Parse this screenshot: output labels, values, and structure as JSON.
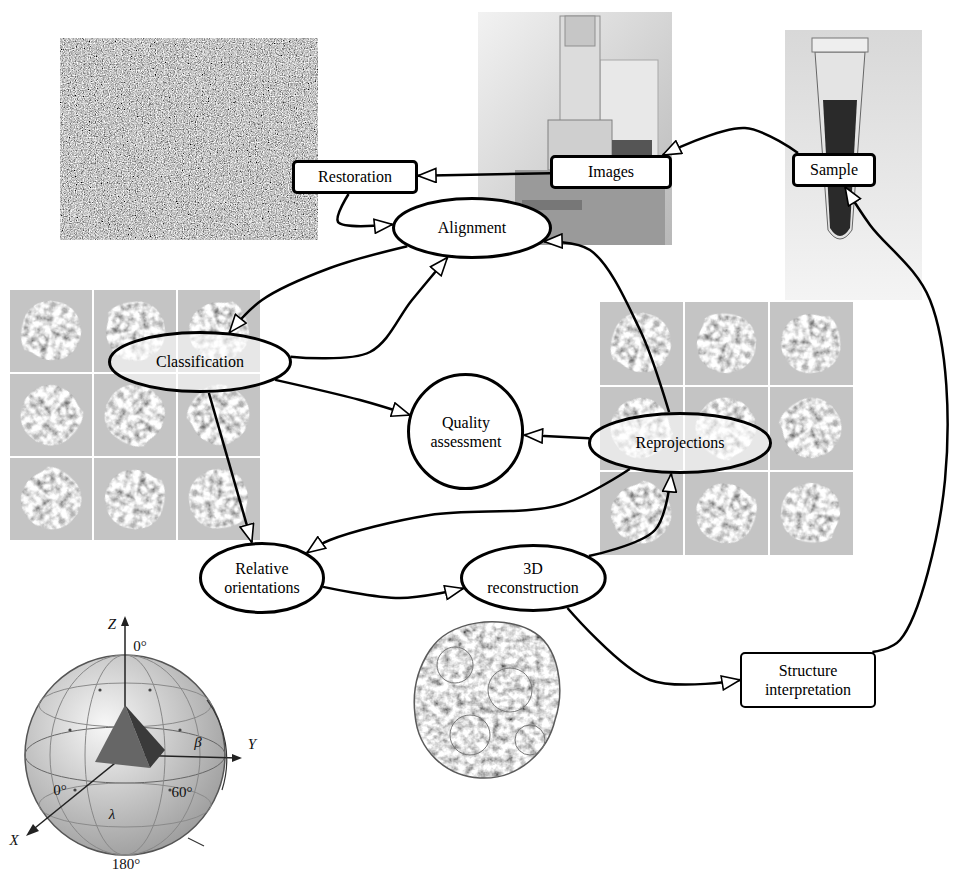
{
  "diagram": {
    "nodes": [
      {
        "text": [
          "Restoration"
        ]
      },
      {
        "text": [
          "Images"
        ]
      },
      {
        "text": [
          "Sample"
        ]
      },
      {
        "text": [
          "Alignment"
        ]
      },
      {
        "text": [
          "Classification"
        ]
      },
      {
        "text": [
          "Quality assessment"
        ]
      },
      {
        "text": [
          "Reprojections"
        ]
      },
      {
        "text": [
          "Relative orientations"
        ]
      },
      {
        "text": [
          "3D reconstruction"
        ]
      },
      {
        "text": [
          "Structure interpretation"
        ]
      }
    ],
    "edges": [
      {
        "from": 1,
        "to": 0,
        "arrow": "to"
      },
      {
        "from": 2,
        "to": 1,
        "arrow": "to"
      },
      {
        "from": 0,
        "to": 3,
        "arrow": "to"
      },
      {
        "from": 3,
        "to": 4,
        "arrow": "to"
      },
      {
        "from": 4,
        "to": 3,
        "arrow": "to"
      },
      {
        "from": 4,
        "to": 5,
        "arrow": "to"
      },
      {
        "from": 4,
        "to": 7,
        "arrow": "to"
      },
      {
        "from": 6,
        "to": 3,
        "arrow": "to"
      },
      {
        "from": 6,
        "to": 5,
        "arrow": "to"
      },
      {
        "from": 6,
        "to": 7,
        "arrow": "to"
      },
      {
        "from": 7,
        "to": 8,
        "arrow": "to"
      },
      {
        "from": 8,
        "to": 6,
        "arrow": "to"
      },
      {
        "from": 8,
        "to": 9,
        "arrow": "to"
      },
      {
        "from": 9,
        "to": 2,
        "arrow": "to"
      }
    ],
    "labels": [
      "Z",
      "0°",
      "β",
      "Y",
      "0°",
      "60°",
      "λ",
      "X",
      "180°"
    ]
  }
}
